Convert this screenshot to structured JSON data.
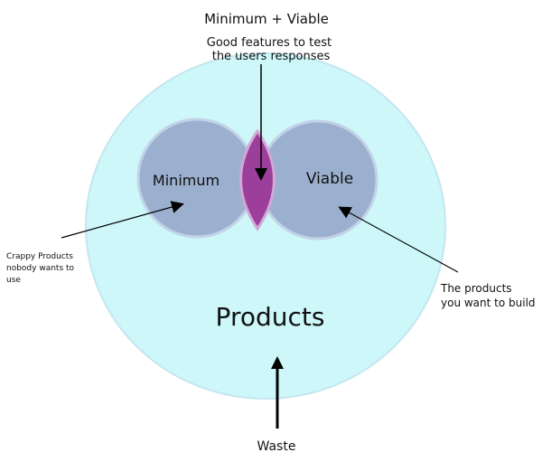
{
  "title": "Minimum + Viable",
  "intersection_note": [
    "Good features to test",
    "the users responses"
  ],
  "circles": {
    "outer": {
      "label": "Products"
    },
    "left": {
      "label": "Minimum"
    },
    "right": {
      "label": "Viable"
    }
  },
  "annotations": {
    "left_note": [
      "Crappy Products",
      "nobody wants to",
      "use"
    ],
    "right_note": [
      "The products",
      "you want to build"
    ],
    "bottom_note": "Waste"
  },
  "colors": {
    "outer_fill": "#cdf7f9",
    "outer_stroke": "#c5e6f0",
    "inner_fill": "#9bafcf",
    "inner_stroke": "#c2d2e8",
    "intersection_fill": "#9b3f9a",
    "intersection_stroke": "#d2a8d6",
    "arrow": "#000000"
  }
}
